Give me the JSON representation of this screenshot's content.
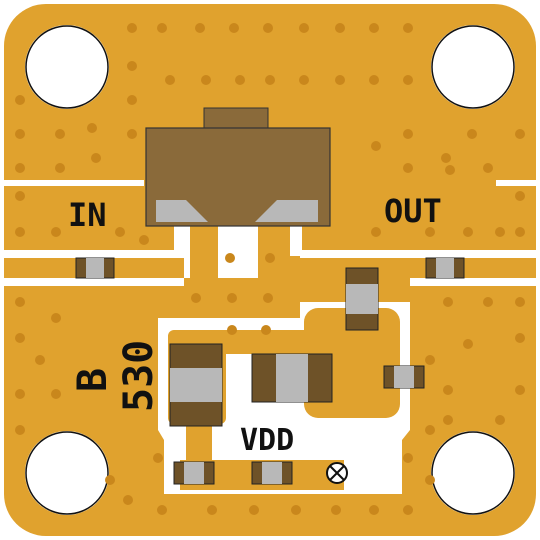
{
  "board": {
    "colors": {
      "copper": "#E0A22E",
      "substrate": "#FFFFFF",
      "via": "#C9871C",
      "component_body": "#8A6A3A",
      "pad": "#B8B8B8",
      "component_dark": "#6E5228",
      "silkscreen": "#111111"
    },
    "labels": {
      "input": "IN",
      "output": "OUT",
      "power": "VDD",
      "part_line1": "B",
      "part_line2": "530"
    },
    "icons": [
      "mounting-hole-icon",
      "test-point-icon"
    ]
  }
}
